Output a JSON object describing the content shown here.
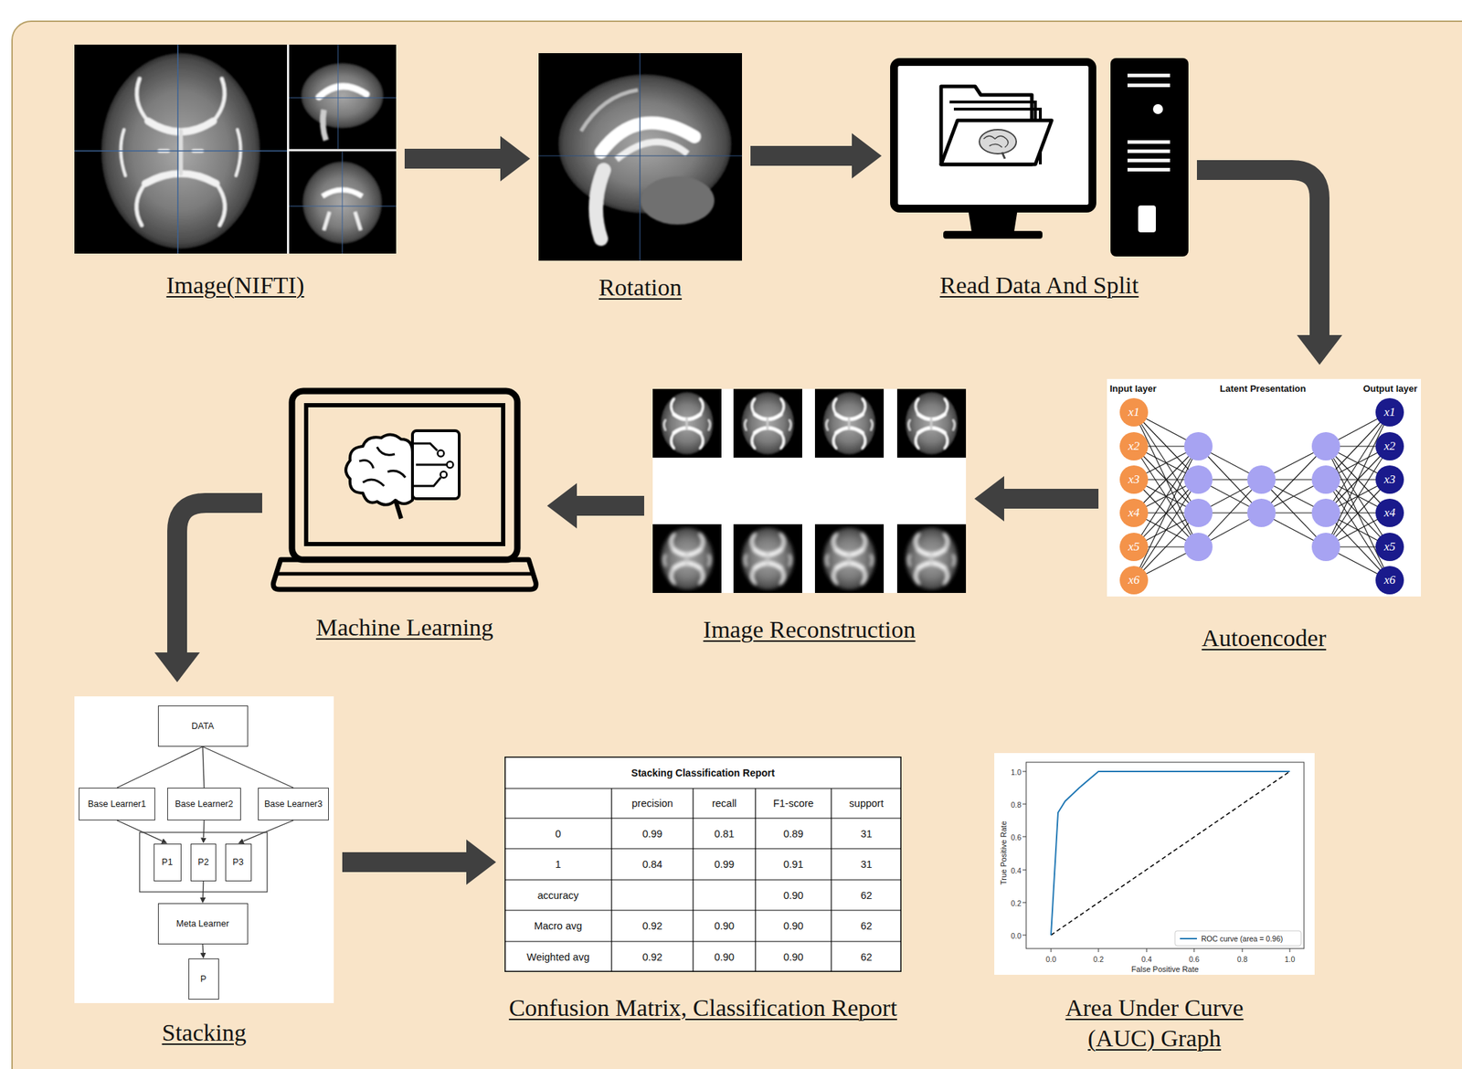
{
  "diagram": {
    "nodes": [
      {
        "text": [
          "Image(NIFTI)"
        ]
      },
      {
        "text": [
          "Rotation"
        ]
      },
      {
        "text": [
          "Read Data And Split"
        ]
      },
      {
        "text": [
          "Machine Learning"
        ]
      },
      {
        "text": [
          "Image Reconstruction"
        ]
      },
      {
        "text": [
          "Autoencoder"
        ]
      },
      {
        "text": [
          "x1"
        ],
        "in": 5
      },
      {
        "text": [
          "x2"
        ],
        "in": 5
      },
      {
        "text": [
          "x3"
        ],
        "in": 5
      },
      {
        "text": [
          "x4"
        ],
        "in": 5
      },
      {
        "text": [
          "x5"
        ],
        "in": 5
      },
      {
        "text": [
          "x6"
        ],
        "in": 5
      },
      {
        "text": [
          "x1"
        ],
        "in": 5
      },
      {
        "text": [
          "x2"
        ],
        "in": 5
      },
      {
        "text": [
          "x3"
        ],
        "in": 5
      },
      {
        "text": [
          "x4"
        ],
        "in": 5
      },
      {
        "text": [
          "x5"
        ],
        "in": 5
      },
      {
        "text": [
          "x6"
        ],
        "in": 5
      },
      {
        "text": [
          "Stacking"
        ]
      },
      {
        "text": [
          "DATA"
        ],
        "in": 18
      },
      {
        "text": [
          "Base Learner1"
        ],
        "in": 18
      },
      {
        "text": [
          "Base Learner2"
        ],
        "in": 18
      },
      {
        "text": [
          "Base Learner3"
        ],
        "in": 18
      },
      {
        "text": [
          "P1"
        ],
        "in": 18
      },
      {
        "text": [
          "P2"
        ],
        "in": 18
      },
      {
        "text": [
          "P3"
        ],
        "in": 18
      },
      {
        "text": [
          "Meta Learner"
        ],
        "in": 18
      },
      {
        "text": [
          "P"
        ],
        "in": 18
      },
      {
        "text": [
          "Confusion Matrix, Classification Report"
        ]
      },
      {
        "text": [
          "Area Under Curve (AUC) Graph"
        ]
      }
    ],
    "edges": [
      {
        "from": 0,
        "to": 1,
        "arrow": "to"
      },
      {
        "from": 1,
        "to": 2,
        "arrow": "to"
      },
      {
        "from": 2,
        "to": 5,
        "arrow": "to"
      },
      {
        "from": 5,
        "to": 4,
        "arrow": "to"
      },
      {
        "from": 4,
        "to": 3,
        "arrow": "to"
      },
      {
        "from": 3,
        "to": 18,
        "arrow": "to"
      },
      {
        "from": 18,
        "to": 28,
        "arrow": "to"
      },
      {
        "from": 19,
        "to": 20,
        "arrow": "none"
      },
      {
        "from": 19,
        "to": 21,
        "arrow": "none"
      },
      {
        "from": 19,
        "to": 22,
        "arrow": "none"
      },
      {
        "from": 20,
        "to": 23,
        "arrow": "to"
      },
      {
        "from": 21,
        "to": 24,
        "arrow": "to"
      },
      {
        "from": 22,
        "to": 25,
        "arrow": "to"
      },
      {
        "from": 24,
        "to": 26,
        "arrow": "to"
      },
      {
        "from": 26,
        "to": 27,
        "arrow": "to"
      }
    ],
    "labels": [
      "Input layer",
      "Latent Presentation",
      "Output layer",
      "Stacking Classification Report",
      "precision",
      "recall",
      "F1-score",
      "support",
      "0",
      "0.99",
      "0.81",
      "0.89",
      "31",
      "1",
      "0.84",
      "0.99",
      "0.91",
      "31",
      "accuracy",
      "0.90",
      "62",
      "Macro avg",
      "0.92",
      "0.90",
      "0.90",
      "62",
      "Weighted avg",
      "0.92",
      "0.90",
      "0.90",
      "62",
      "1.0",
      "0.8",
      "0.6",
      "0.4",
      "0.2",
      "0.0",
      "True Positive Rate",
      "0.0",
      "0.2",
      "0.4",
      "0.6",
      "0.8",
      "1.0",
      "False Positive Rate"
    ],
    "legend": [
      {
        "text": "ROC curve (area = 0.96)"
      }
    ]
  }
}
